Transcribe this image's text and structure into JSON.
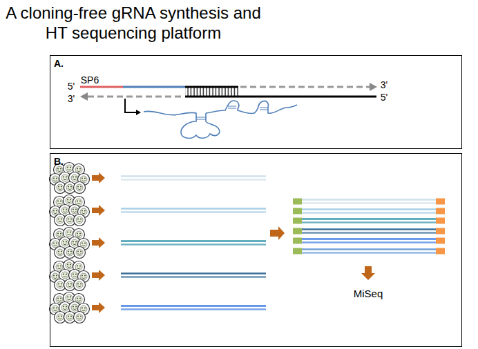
{
  "diagram": {
    "title": "A cloning-free gRNA synthesis and HT sequencing platform",
    "nodes": [
      {
        "text": [
          "A."
        ]
      },
      {
        "text": [
          "B."
        ]
      }
    ],
    "labels": [
      "SP6",
      "5'",
      "3'",
      "3'",
      "5'",
      "MiSeq"
    ]
  }
}
